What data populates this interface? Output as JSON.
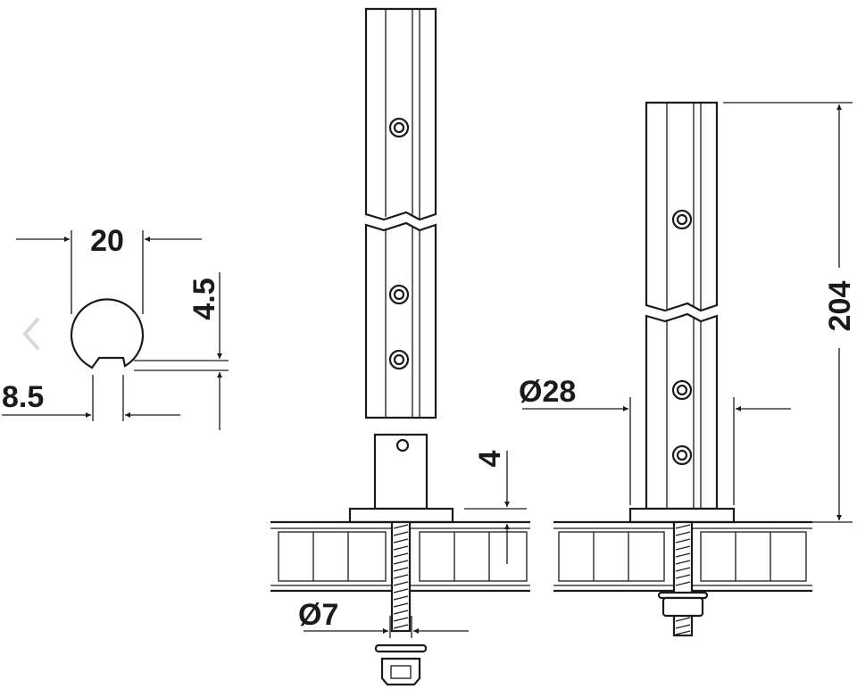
{
  "dimensions": {
    "profile_width": "20",
    "slot_depth": "4.5",
    "slot_width": "8.5",
    "plate_thickness": "4",
    "bolt_diameter": "Ø7",
    "tube_diameter": "Ø28",
    "height": "204"
  },
  "icons": {
    "prev": "chevron-left-icon"
  },
  "colors": {
    "line": "#1a1a1a",
    "chevron": "#d8d8d8"
  }
}
